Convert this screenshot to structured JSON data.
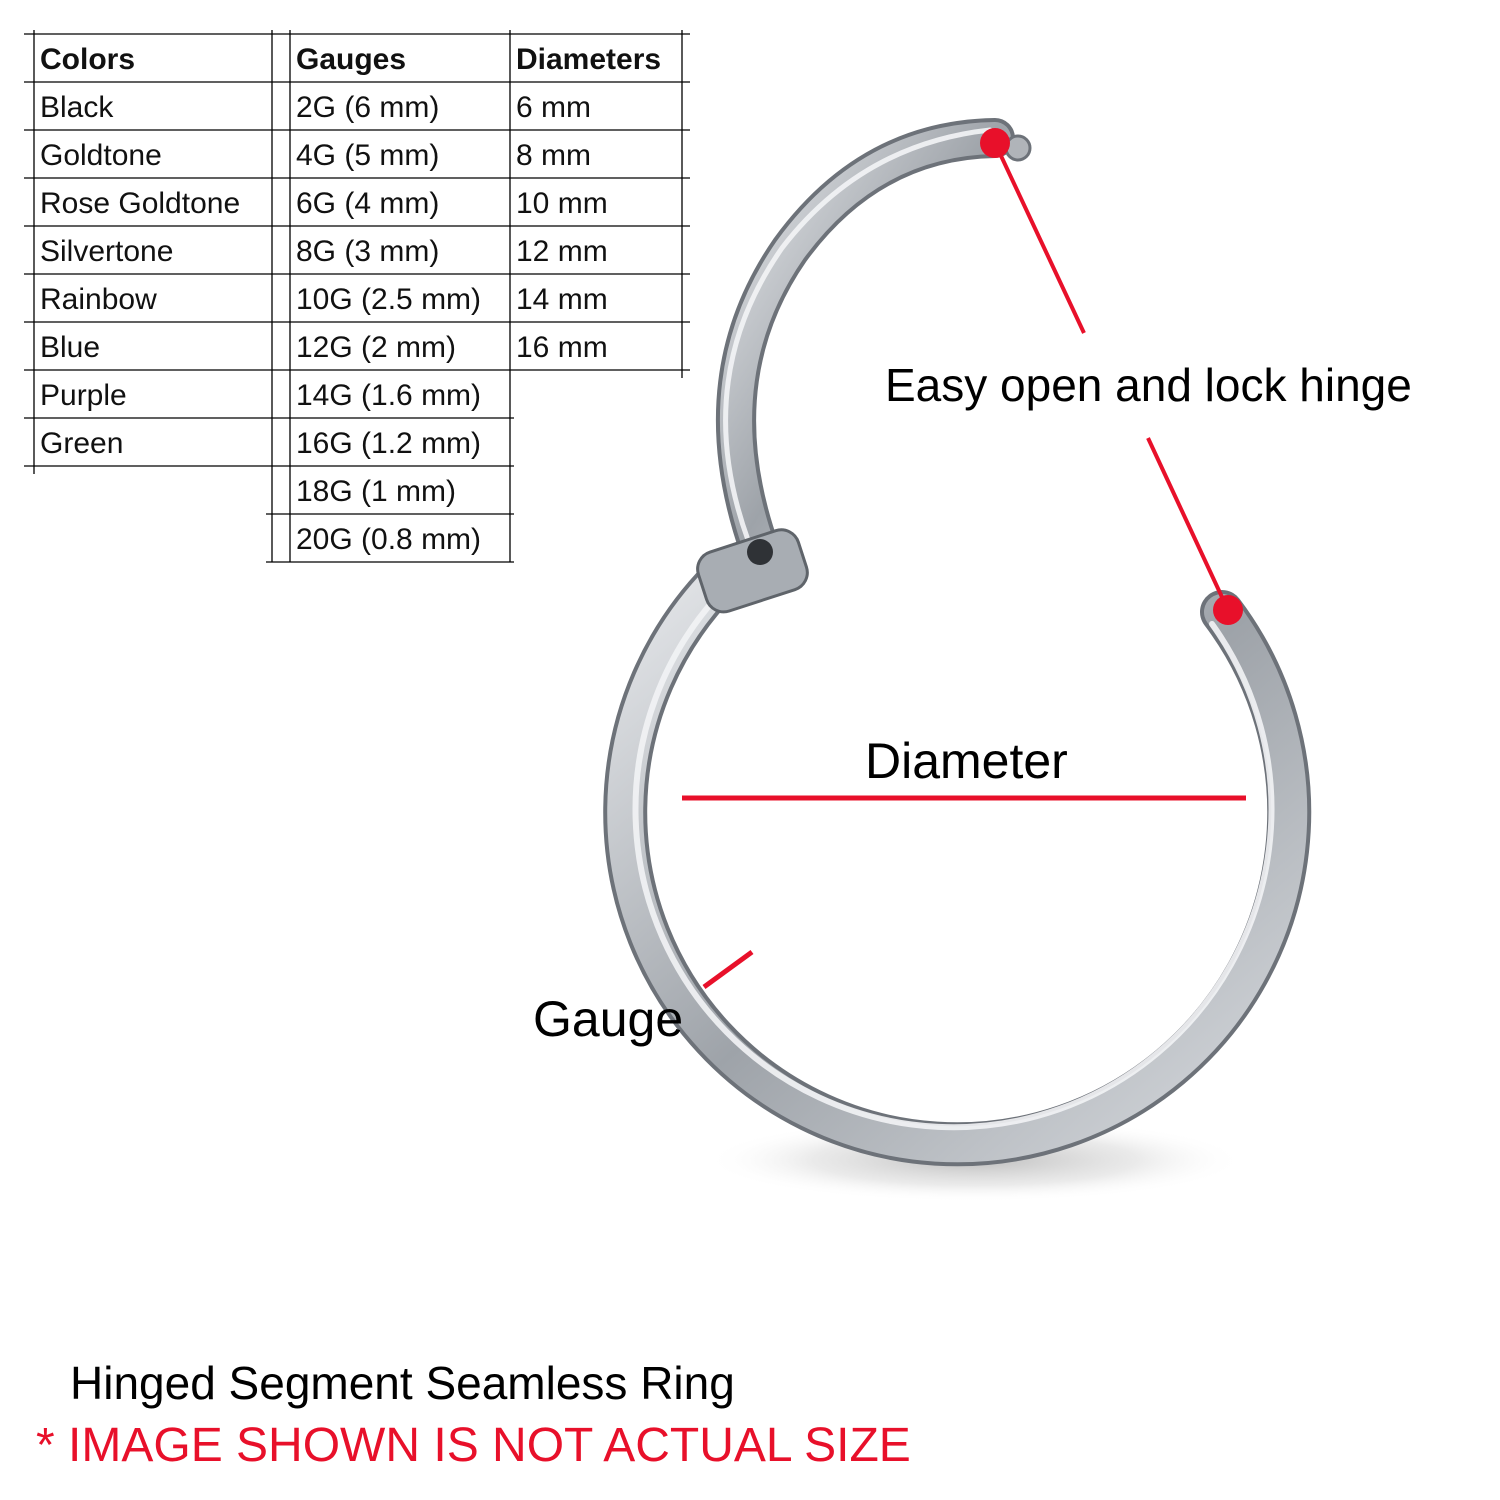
{
  "table": {
    "headers": [
      "Colors",
      "Gauges",
      "Diameters"
    ],
    "colors": [
      "Black",
      "Goldtone",
      "Rose Goldtone",
      "Silvertone",
      "Rainbow",
      "Blue",
      "Purple",
      "Green"
    ],
    "gauges": [
      "2G (6 mm)",
      "4G (5 mm)",
      "6G (4 mm)",
      "8G (3 mm)",
      "10G (2.5 mm)",
      "12G (2 mm)",
      "14G (1.6 mm)",
      "16G (1.2 mm)",
      "18G (1 mm)",
      "20G (0.8 mm)"
    ],
    "diameters": [
      "6 mm",
      "8 mm",
      "10 mm",
      "12 mm",
      "14 mm",
      "16 mm"
    ]
  },
  "annotations": {
    "hinge": "Easy open and lock hinge",
    "diameter": "Diameter",
    "gauge": "Gauge"
  },
  "caption": {
    "title": "Hinged Segment Seamless Ring",
    "note": "* IMAGE SHOWN IS NOT ACTUAL SIZE"
  },
  "colors": {
    "accent_red": "#e8102a",
    "metal": "#b8bcc2",
    "grid": "#000000"
  }
}
